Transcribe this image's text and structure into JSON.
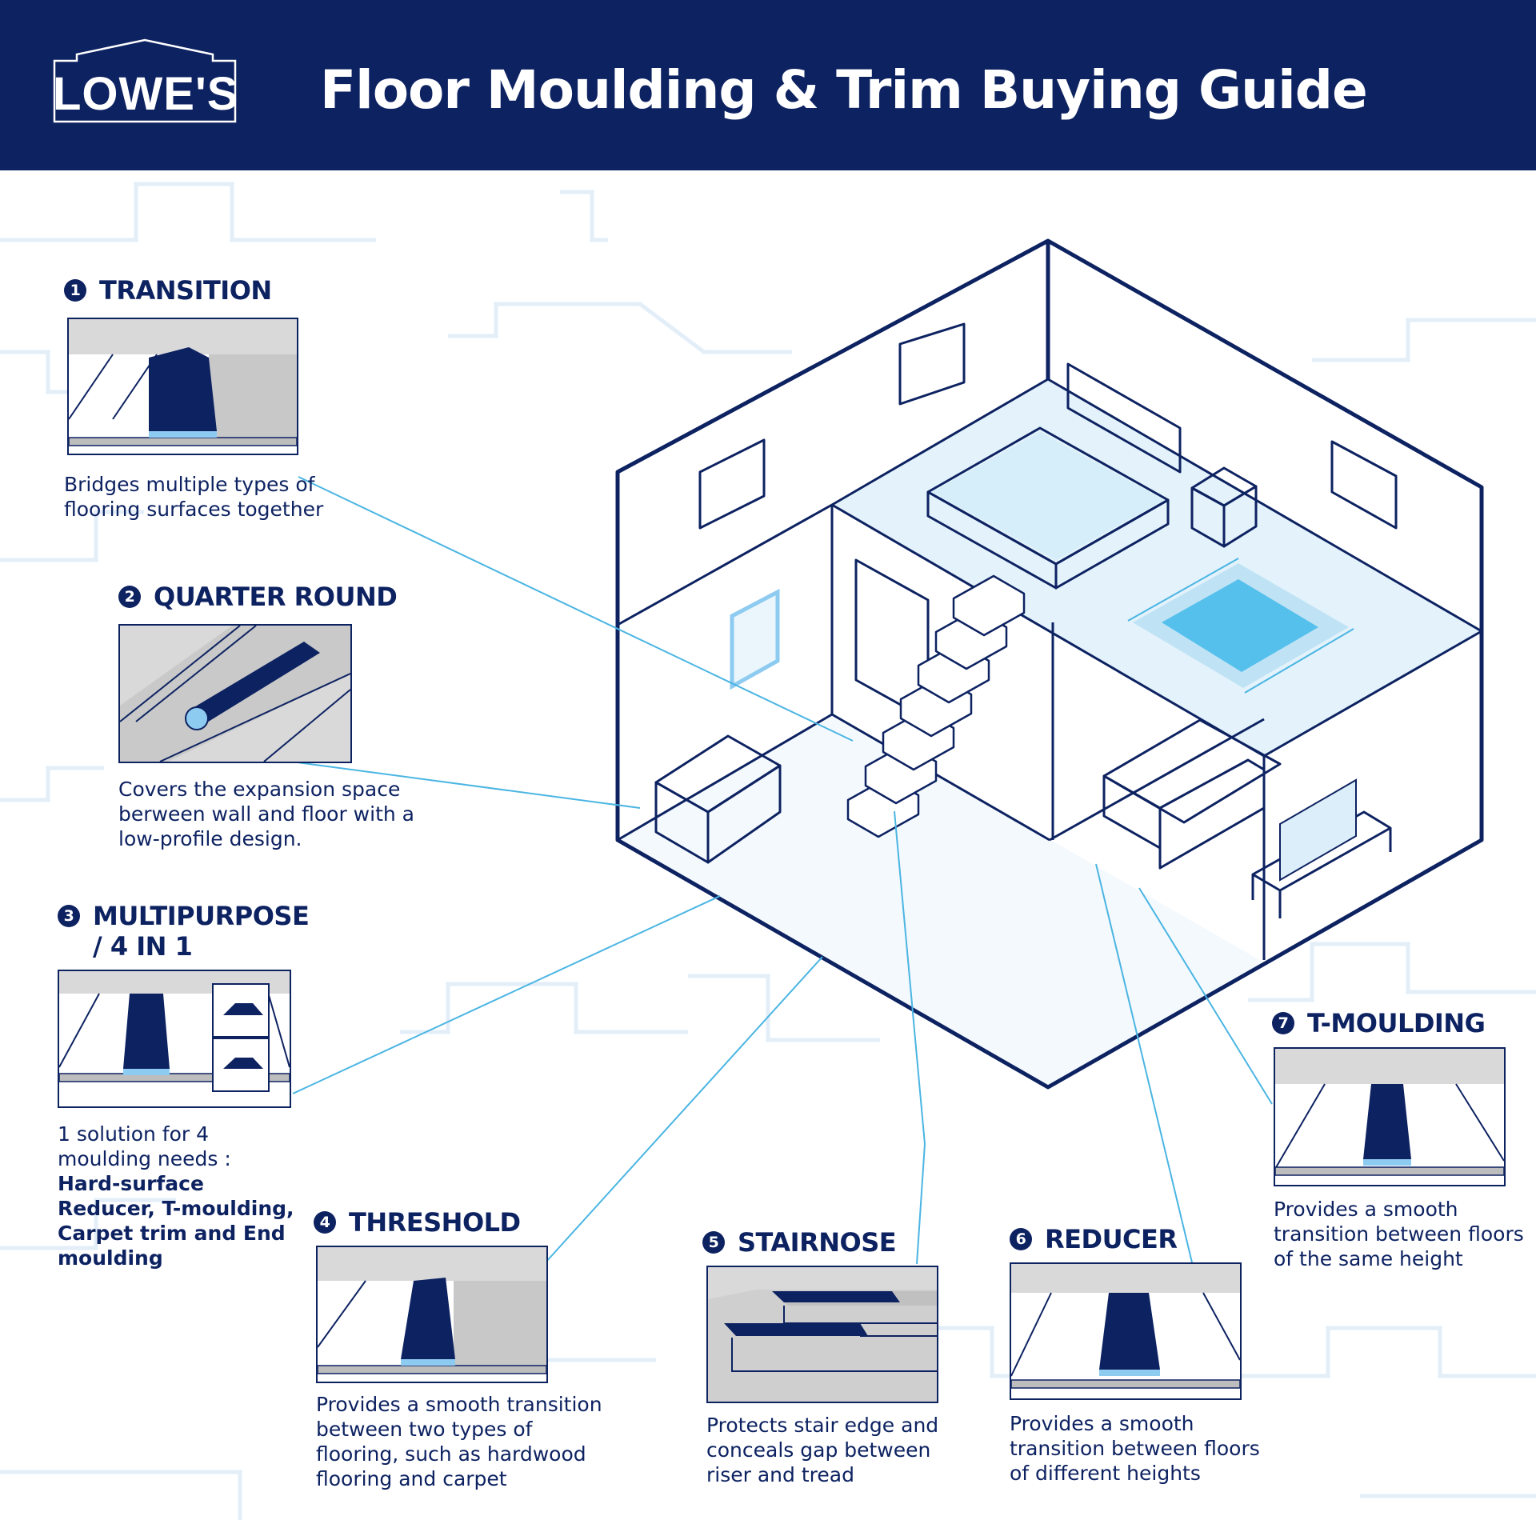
{
  "header": {
    "logo_text": "LOWE'S",
    "title": "Floor Moulding & Trim Buying Guide"
  },
  "colors": {
    "navy": "#0d2261",
    "accent_blue": "#4ab5e3",
    "light_blue": "#dff1fa",
    "gray": "#c9c9c9"
  },
  "items": [
    {
      "number": "1",
      "title": "TRANSITION",
      "description": "Bridges multiple types of flooring surfaces together"
    },
    {
      "number": "2",
      "title": "QUARTER ROUND",
      "description": "Covers the expansion space berween wall and floor with a low-profile design."
    },
    {
      "number": "3",
      "title": "MULTIPURPOSE\n/ 4 IN 1",
      "description_start": "1 solution for 4 moulding needs : ",
      "description_bold": "Hard-surface Reducer, T-moulding, Carpet trim and End moulding"
    },
    {
      "number": "4",
      "title": "THRESHOLD",
      "description": "Provides a smooth transition between two types of flooring, such as hardwood flooring and carpet"
    },
    {
      "number": "5",
      "title": "STAIRNOSE",
      "description": "Protects stair edge and conceals gap between riser and tread"
    },
    {
      "number": "6",
      "title": "REDUCER",
      "description": "Provides a smooth transition between floors of different heights"
    },
    {
      "number": "7",
      "title": "T-MOULDING",
      "description": "Provides a smooth transition between floors of the same height"
    }
  ]
}
